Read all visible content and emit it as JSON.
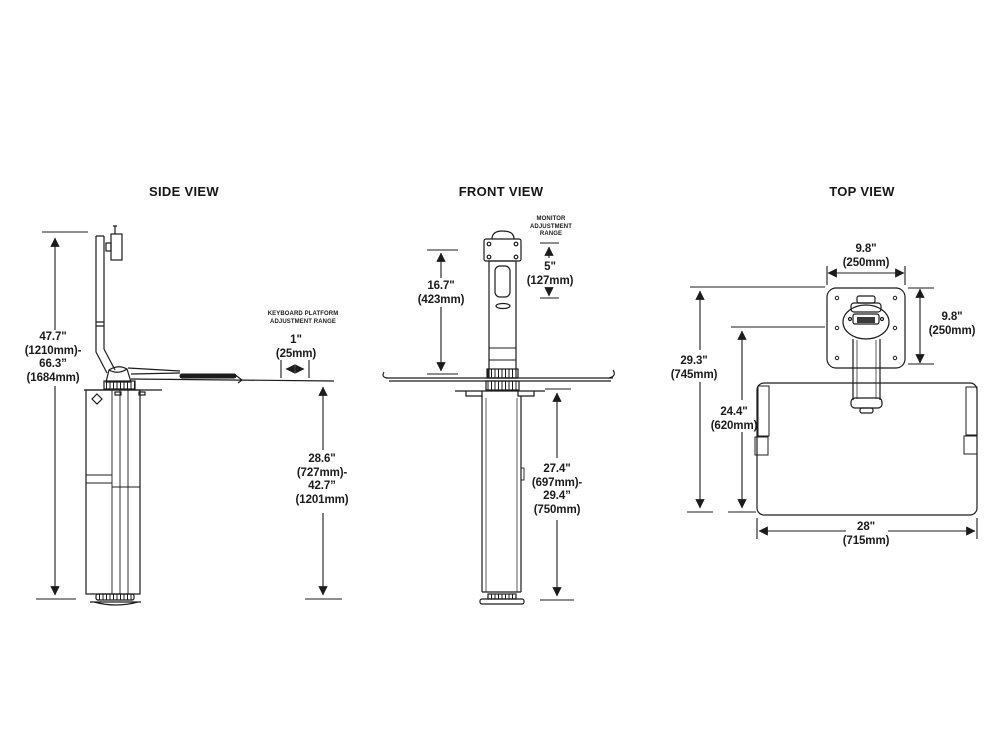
{
  "colors": {
    "line": "#1c1c1c",
    "text": "#1b1b1b",
    "background": "#ffffff"
  },
  "views": {
    "side": {
      "title": "SIDE VIEW",
      "height_range": [
        "47.7\"",
        "(1210mm)-",
        "66.3”",
        "(1684mm)"
      ],
      "keyboard_note": [
        "KEYBOARD PLATFORM",
        "ADJUSTMENT RANGE"
      ],
      "keyboard_range": [
        "1\"",
        "(25mm)"
      ],
      "column_range": [
        "28.6\"",
        "(727mm)-",
        "42.7”",
        "(1201mm)"
      ]
    },
    "front": {
      "title": "FRONT VIEW",
      "monitor_note": [
        "MONITOR",
        "ADJUSTMENT",
        "RANGE"
      ],
      "monitor_range": [
        "5\"",
        "(127mm)"
      ],
      "column_height": [
        "16.7\"",
        "(423mm)"
      ],
      "leg_range": [
        "27.4\"",
        "(697mm)-",
        "29.4”",
        "(750mm)"
      ]
    },
    "top": {
      "title": "TOP VIEW",
      "plate_width": [
        "9.8\"",
        "(250mm)"
      ],
      "plate_depth": [
        "9.8\"",
        "(250mm)"
      ],
      "total_depth": [
        "29.3\"",
        "(745mm)"
      ],
      "surface_depth": [
        "24.4\"",
        "(620mm)"
      ],
      "surface_width": [
        "28\"",
        "(715mm)"
      ]
    }
  }
}
